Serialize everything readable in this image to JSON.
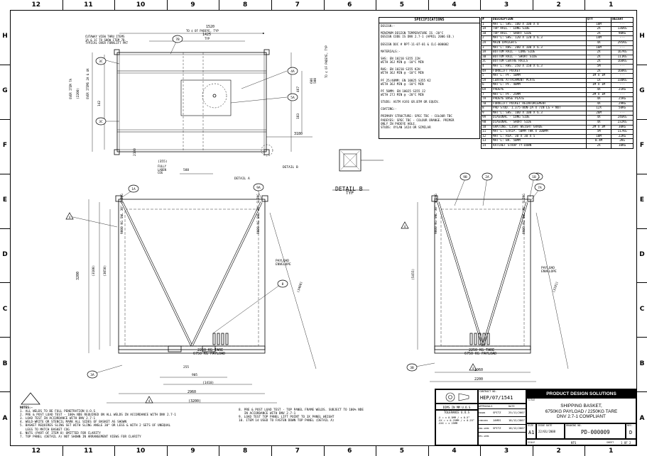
{
  "zones": {
    "columns": [
      "12",
      "11",
      "10",
      "9",
      "8",
      "7",
      "6",
      "5",
      "4",
      "3",
      "2",
      "1"
    ],
    "rows": [
      "H",
      "G",
      "F",
      "E",
      "D",
      "C",
      "B",
      "A"
    ]
  },
  "specifications": {
    "heading": "SPECIFICATIONS",
    "text": "DESIGN:-\n\nMINIMUM DESIGN TEMPERATURE IS -20°C\nDESIGN CODE IS DNV 2.7-1 (APRIL 2006 ED.)\n\nDESIGN DOC # RPT-11-07-01 & CLC-000002\n\nMATERIALS:-\n\nSHS: EN 10210 S355 J2H\nWITH 36J MIN @ -10°C MIN\n\nRHS: EN 10210 S355 K2H\nWITH 36J MIN @ -10°C MIN\n\nPF 25/40MM: EN 10025 S355 K2\nWITH 36J MIN @ -10°C MIN\n\nPF 50MM: EN 10025 S355 J2\nWITH 27J MIN @ -20°C MIN\n\nSTUDS: ASTM A193 GR.B7M OR EQUIV.\n\nCOATING:-\n\nPRIMARY STRUCTURE: SPEC TBC - COLOUR TBC\nPADEYES: SPEC TBC - COLOUR ORANGE. PRIMER\nONLY IN PADEYE HOLE.\nSTUDS: XYLAN 1424 OR SIMILAR"
  },
  "bom": {
    "headers": [
      "#",
      "DESCRIPTION",
      "QTY",
      "WEIGHT"
    ],
    "rows": [
      [
        "1",
        "MAT'L: SHS. 100 X 100 X 8",
        "10M",
        "---"
      ],
      [
        "1A",
        "TOP RAIL - LONG SIDE",
        "2X",
        "136KG"
      ],
      [
        "1B",
        "TOP RAIL - SHORT SIDE",
        "2X",
        "90KG"
      ],
      [
        "2",
        "MAT'L: SHS. 120 X 120 X 6.3",
        "14M",
        "---"
      ],
      [
        "2A",
        "MAIN UPRIGHTS",
        "4X",
        "295KG"
      ],
      [
        "3",
        "MAT'L: RHS. 200 X 100 X 6.3",
        "16M",
        "---"
      ],
      [
        "3A",
        "BOTTOM RAIL - LONG SIDE",
        "2X",
        "167KG"
      ],
      [
        "3B",
        "BOTTOM RAIL - SHORT SIDE",
        "2X",
        "111KG"
      ],
      [
        "3C",
        "BOTTOM CENTRE RAILS",
        "2X",
        "168KG"
      ],
      [
        "4",
        "MAT'L: RHS. 250 X 150 X 6.3",
        "5M",
        "---"
      ],
      [
        "4A",
        "FORKLIFT POCKET",
        "2X",
        "168KG"
      ],
      [
        "5",
        "MAT'L: PF. 50MM",
        "1M X 1M",
        "---"
      ],
      [
        "5A",
        "CENTRE ATTACHMENT PLATE",
        "1X",
        "330KG"
      ],
      [
        "6",
        "MAT'L: PF. 40MM",
        "1M X 1M",
        "---"
      ],
      [
        "6A",
        "PADEYE",
        "4X",
        "21KG"
      ],
      [
        "7",
        "MAT'L: PF. 25MM",
        "2M X 1M",
        "---"
      ],
      [
        "7A",
        "PADEYE BASE PLATE",
        "4X",
        "25KG"
      ],
      [
        "7B",
        "FORKLIFT POCKET REINFORCEMENT",
        "4X",
        "29KG"
      ],
      [
        "8",
        "PAD STUD. 1.375-8UN-2A X 7IN LG + NUT",
        "12X",
        "50KG"
      ],
      [
        "9",
        "MAT'L: SHS. 100 X 100 X 6.3",
        "26M",
        "---"
      ],
      [
        "9A",
        "DIAGONAL - LONG SIDE",
        "4X",
        "246KG"
      ],
      [
        "9B",
        "DIAGONAL - SHORT SIDE",
        "4X",
        "232KG"
      ],
      [
        "10",
        "GRATING. LIGHT WEIGHT GRADE",
        "2M X 3M",
        "30KG"
      ],
      [
        "11",
        "MAT'L: STRIP. 50MM THK X 100MM",
        "5M",
        "117KG"
      ],
      [
        "12",
        "MAT'L: RSA. 30 X 30 X 5",
        "10M",
        "22KG"
      ],
      [
        "13",
        "MAT'L: BR. 50MM",
        "0.4M",
        "2KG"
      ],
      [
        "14",
        "RATCHET STRAP TY-DOWN",
        "2X",
        "10KG"
      ]
    ]
  },
  "plan_view": {
    "note_cutaway": "CUTAWAY VIEW THRU ITEMS\n1A & 1C TO SHOW ITEM 7B.\nTYPICAL OVER FORKLIFT PKT",
    "dim_top": "1520",
    "dim_top_note": "TO ¢ OF PADEYE, TYP",
    "dim_1425": "1425",
    "dim_typ": "TYP",
    "dim_2200": "(2200)",
    "dim_over_item": "OVER ITEM 7A",
    "dim_over_items": "OVER ITEMS 2A & 4A",
    "dim_142": "142",
    "dim_3180": "3180",
    "dim_588": "588",
    "dim_355": "(355)",
    "cog_note": "FULLY\nLADEN\nCOG",
    "dim_2100": "2100",
    "dim_467": "467",
    "dim_183": "183",
    "dim_606": "606",
    "dim_500": "500",
    "padeye_note": "TO ¢ OF PADEYE, TYP",
    "detail_b_label": "DETAIL B"
  },
  "detail_b": {
    "title": "DETAIL B",
    "sub": "TYP"
  },
  "front_view": {
    "detail_a": "DETAIL A",
    "sling_l": "9000 KG SWL 30° SLING",
    "sling_r": "9000 KG SWL 30° SLING",
    "dim_3200": "3200",
    "dim_3100": "(3100)",
    "dim_3050": "(3050)",
    "dim_3460": "(3460)",
    "envelope": "PAYLOAD\nENVELOPE",
    "tare": "2250 KG TARE",
    "payload": "6750 KG PAYLOAD",
    "dim_255": "255",
    "dim_905": "905",
    "dim_1410": "(1410)",
    "dim_2960": "2960",
    "dim_3200b": "(3200)"
  },
  "side_view": {
    "sling_l": "9000 KG SWL 30° SLING",
    "sling_r": "9000 KG SWL 30° SLING",
    "dim_5455": "(5455)",
    "dim_3191": "(3191)",
    "envelope": "PAYLOAD\nENVELOPE",
    "tare": "2250 KG TARE",
    "payload": "6750 KG PAYLOAD",
    "dim_1960": "1960",
    "dim_2200": "2200"
  },
  "balloons": [
    "7B",
    "4A",
    "5A",
    "3C",
    "1A",
    "9A",
    "9B",
    "2A",
    "6A",
    "7A",
    "3A",
    "3B",
    "1B",
    "8",
    "4"
  ],
  "notes": {
    "title": "NOTES:-",
    "left": [
      "1. ALL WELDS TO BE FULL PENETRATION U.O.S",
      "2. PRE & POST LOAD TEST - 100% NDE REQUIRED ON ALL WELDS IN ACCORDANCE WITH DNV 2.7-1",
      "3. LOAD TEST IN ACCORDANCE WITH DNV 2.7-1",
      "4. WELD-WRITE OR STENCIL MARK ALL SIDES OF BASKET AS SHOWN",
      "5. BASKET REQUIRES SLING SET WITH SLING ANGLE 30° OR LESS & WITH 2 SETS OF UNEQUAL",
      "   LEGS TO MATCH BASKET COG",
      "6. NUTS (PART OF ITEM 8) OMITTED FOR CLARITY",
      "7. TOP PANEL (DETAIL A) NOT SHOWN IN ARRANGEMENT VIEWS FOR CLARITY"
    ],
    "right": [
      "8. PRE & POST LOAD TEST - TOP PANEL FRAME WELDS. SUBJECT TO 100% NDE",
      "   IN ACCORDANCE WITH DNV 2.7-1",
      "9. LOAD TEST TOP PANEL LIFT POINT TO 3X PANEL WEIGHT",
      "10. ITEM 14 USED TO FASTEN DOWN TOP PANEL (DETAIL A)"
    ]
  },
  "title_block": {
    "company": "PRODUCT DESIGN SOLUTIONS",
    "contract_no_label": "CONTRACT NO.",
    "contract_no": "HEP/07/1541",
    "dims_note": "DIMS IN MM U.O.S",
    "tolerance": "TOLERANCE U.O.S",
    "tol_x": ".X   = ± 0.5MM / ± 0.5°",
    "tol_xx": ".XX  = ± 0.25MM / ± 0.25°",
    "tol_xxx": ".XXX = ± 25MM",
    "approvals_label": "APPROVALS",
    "date_label": "DATE",
    "drawn_label": "DRAWN",
    "drawn_by": "SPITZ",
    "drawn_date": "25/11/2007",
    "checked_label": "CHECKED",
    "checked_by": "JAMES",
    "checked_date": "18/12/2007",
    "approved_label": "ENG APPR",
    "approved_by": "SPITZ",
    "approved_date": "18/12/2007",
    "mfg_label": "MFG APPR",
    "title_label": "TITLE",
    "title_line1": "SHIPPING BASKET,",
    "title_line2": "6750KG PAYLOAD / 2250KG TARE",
    "title_line3": "DNV 2.7-1 COMPLIANT",
    "size_label": "SIZE",
    "size": "A1",
    "issue_date_label": "ISSUE DATE",
    "issue_date": "22/01/2008",
    "dwg_no_label": "DRAWING NO.",
    "dwg_no": "PD-000009",
    "rev_label": "REV.",
    "rev": "D",
    "scale_label": "SCALE",
    "scale": "NTS",
    "sheet_label": "SHEET",
    "sheet": "1 OF 2"
  }
}
